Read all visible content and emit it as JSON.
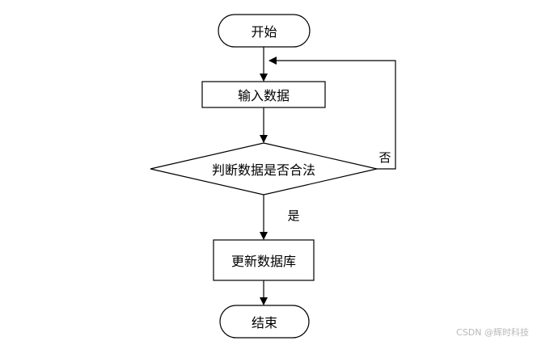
{
  "flowchart": {
    "start": "开始",
    "input": "输入数据",
    "decision": "判断数据是否合法",
    "update": "更新数据库",
    "end": "结束",
    "yes_label": "是",
    "no_label": "否"
  },
  "watermark": "CSDN @辉时科技"
}
